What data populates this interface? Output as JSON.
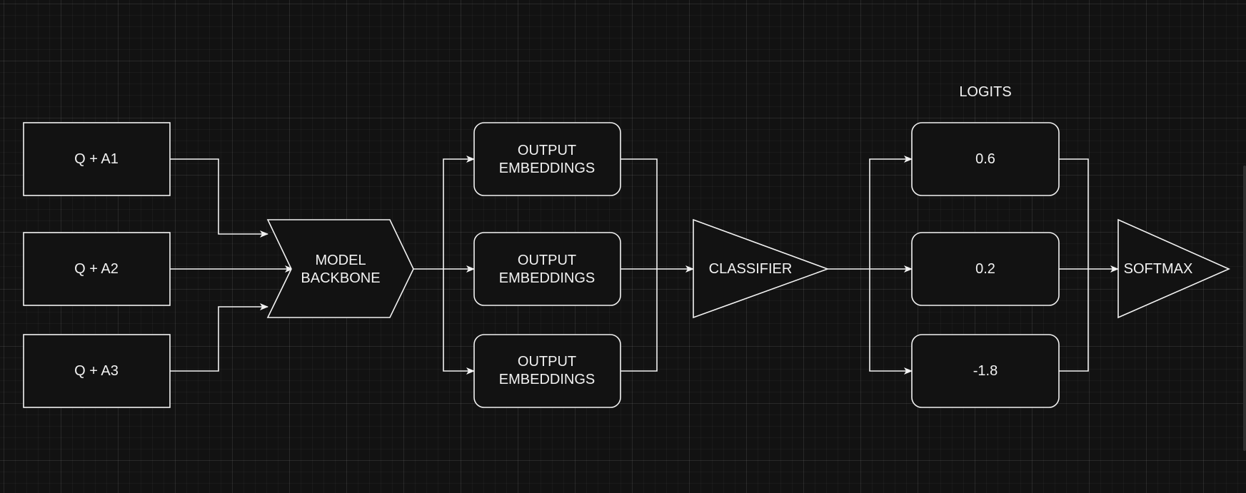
{
  "diagram": {
    "inputs": [
      "Q + A1",
      "Q + A2",
      "Q + A3"
    ],
    "backbone": [
      "MODEL",
      "BACKBONE"
    ],
    "embeddings": [
      [
        "OUTPUT",
        "EMBEDDINGS"
      ],
      [
        "OUTPUT",
        "EMBEDDINGS"
      ],
      [
        "OUTPUT",
        "EMBEDDINGS"
      ]
    ],
    "classifier": "CLASSIFIER",
    "logits_title": "LOGITS",
    "logits": [
      "0.6",
      "0.2",
      "-1.8"
    ],
    "softmax": "SOFTMAX"
  },
  "colors": {
    "background": "#121212",
    "stroke": "#f2f2f2",
    "text": "#f2f2f2"
  }
}
